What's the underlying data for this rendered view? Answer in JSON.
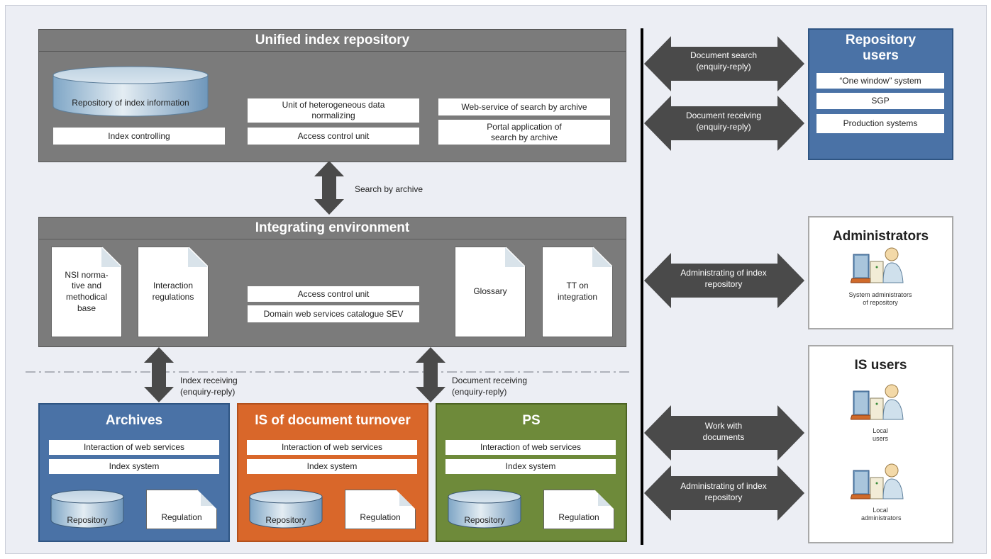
{
  "unified": {
    "title": "Unified index repository",
    "repository": "Repository of index information",
    "index_controlling": "Index controlling",
    "normalizing": "Unit of heterogeneous data normalizing",
    "access_control": "Access control unit",
    "web_service": "Web-service of search by archive",
    "portal": "Portal application of search by archive"
  },
  "search_by_archive": "Search by archive",
  "integrating": {
    "title": "Integrating environment",
    "nsi": "NSI norma-tive and methodical base",
    "interaction_regulations": "Interaction regulations",
    "access_control": "Access control unit",
    "catalogue": "Domain web services catalogue SEV",
    "glossary": "Glossary",
    "tt": "TT on integration"
  },
  "index_receiving": "Index receiving (enquiry-reply)",
  "document_receiving_bottom": "Document receiving (enquiry-reply)",
  "archives": {
    "title": "Archives",
    "interaction": "Interaction of web services",
    "index_system": "Index system",
    "repository": "Repository",
    "regulation": "Regulation"
  },
  "is_doc": {
    "title": "IS of document turnover",
    "interaction": "Interaction of web services",
    "index_system": "Index system",
    "repository": "Repository",
    "regulation": "Regulation"
  },
  "ps": {
    "title": "PS",
    "interaction": "Interaction of web services",
    "index_system": "Index system",
    "repository": "Repository",
    "regulation": "Regulation"
  },
  "arrows_right": {
    "document_search": "Document search (enquiry-reply)",
    "document_receiving": "Document receiving (enquiry-reply)",
    "administrating_1": "Administrating of index repository",
    "work_with_documents": "Work with documents",
    "administrating_2": "Administrating of index repository"
  },
  "repo_users": {
    "title": "Repository users",
    "one_window": "“One window” system",
    "sgp": "SGP",
    "production": "Production systems"
  },
  "administrators": {
    "title": "Administrators",
    "caption": "System administrators of repository"
  },
  "is_users": {
    "title": "IS users",
    "local_users": "Local users",
    "local_admins": "Local administrators"
  },
  "colors": {
    "gray": "#7b7b7b",
    "archives_blue": "#4a72a6",
    "is_orange": "#d9672a",
    "ps_green": "#6e8a3a",
    "repo_users_blue": "#4a72a6",
    "arrow": "#4a4a4a"
  }
}
